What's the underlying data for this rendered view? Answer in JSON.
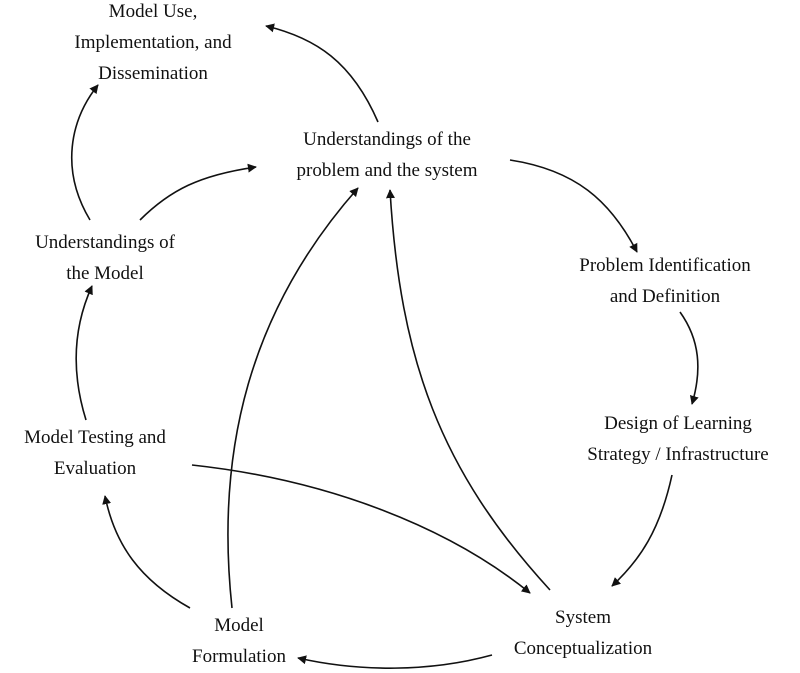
{
  "nodes": {
    "model_use": {
      "lines": [
        "Model Use,",
        "Implementation, and",
        "Dissemination"
      ]
    },
    "understandings_problem": {
      "lines": [
        "Understandings of the",
        "problem and the system"
      ]
    },
    "understandings_model": {
      "lines": [
        "Understandings of",
        "the Model"
      ]
    },
    "problem_identification": {
      "lines": [
        "Problem Identification",
        "and Definition"
      ]
    },
    "design_learning": {
      "lines": [
        "Design of Learning",
        "Strategy / Infrastructure"
      ]
    },
    "model_testing": {
      "lines": [
        "Model Testing and",
        "Evaluation"
      ]
    },
    "system_conceptualization": {
      "lines": [
        "System",
        "Conceptualization"
      ]
    },
    "model_formulation": {
      "lines": [
        "Model",
        "Formulation"
      ]
    }
  },
  "colors": {
    "ink": "#111111",
    "background": "#ffffff"
  }
}
